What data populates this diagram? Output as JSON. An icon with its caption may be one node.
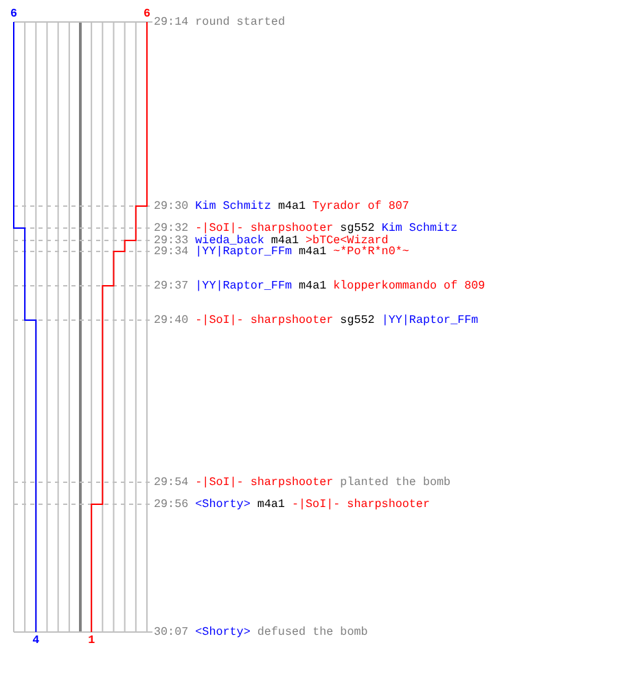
{
  "diagram": {
    "labels": [
      "6",
      "6",
      "29:14",
      "round started",
      "29:30",
      "Kim Schmitz",
      "m4a1",
      "Tyrador of 807",
      "29:32",
      "-|SoI|- sharpshooter",
      "sg552",
      "Kim Schmitz",
      "29:33",
      "wieda_back",
      "m4a1",
      ">bTCe<Wizard",
      "29:34",
      "|YY|Raptor_FFm",
      "m4a1",
      "~*Po*R*n0*~",
      "29:37",
      "|YY|Raptor_FFm",
      "m4a1",
      "klopperkommando of 809",
      "29:40",
      "-|SoI|- sharpshooter",
      "sg552",
      "|YY|Raptor_FFm",
      "29:54",
      "-|SoI|- sharpshooter",
      "planted the bomb",
      "29:56",
      "<Shorty>",
      "m4a1",
      "-|SoI|- sharpshooter",
      "30:07",
      "<Shorty>",
      "defused the bomb",
      "4",
      "1"
    ]
  }
}
